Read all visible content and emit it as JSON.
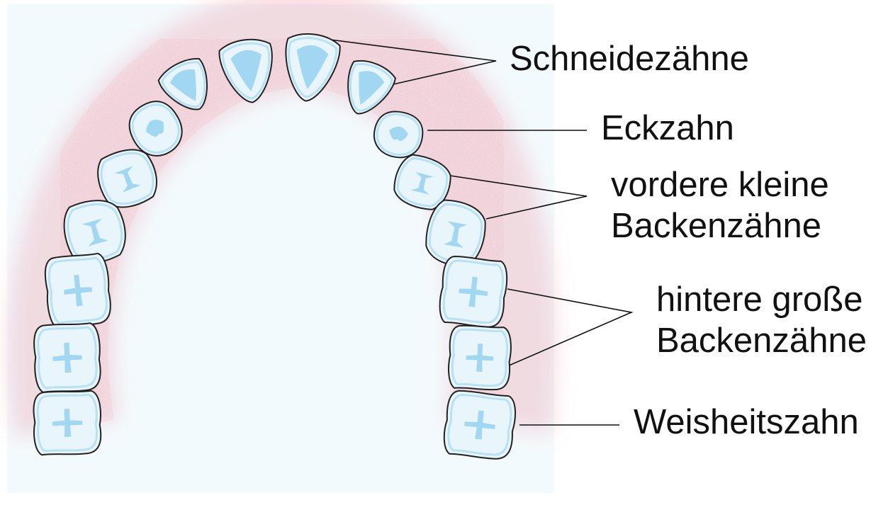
{
  "colors": {
    "background": "#ffffff",
    "illustration_panel": "#f3fafd",
    "gum_tint": "#e98a9a",
    "tooth_fill": "#e8f5fb",
    "tooth_stain": "#8fd0ee",
    "tooth_outline": "#222222",
    "label_text": "#111111"
  },
  "labels": {
    "incisors": "Schneidezähne",
    "canine": "Eckzahn",
    "premolars_line1": "vordere kleine",
    "premolars_line2": "Backenzähne",
    "molars_line1": "hintere große",
    "molars_line2": "Backenzähne",
    "wisdom": "Weisheitszahn"
  },
  "teeth": [
    {
      "name": "upper-left-central-incisor",
      "icon": "incisor-tooth-icon"
    },
    {
      "name": "upper-right-central-incisor",
      "icon": "incisor-tooth-icon"
    },
    {
      "name": "upper-left-lateral-incisor",
      "icon": "incisor-tooth-icon"
    },
    {
      "name": "upper-right-lateral-incisor",
      "icon": "incisor-tooth-icon"
    },
    {
      "name": "upper-left-canine",
      "icon": "canine-tooth-icon"
    },
    {
      "name": "upper-right-canine",
      "icon": "canine-tooth-icon"
    },
    {
      "name": "upper-left-first-premolar",
      "icon": "premolar-tooth-icon"
    },
    {
      "name": "upper-left-second-premolar",
      "icon": "premolar-tooth-icon"
    },
    {
      "name": "upper-right-first-premolar",
      "icon": "premolar-tooth-icon"
    },
    {
      "name": "upper-right-second-premolar",
      "icon": "premolar-tooth-icon"
    },
    {
      "name": "upper-left-first-molar",
      "icon": "molar-tooth-icon"
    },
    {
      "name": "upper-left-second-molar",
      "icon": "molar-tooth-icon"
    },
    {
      "name": "upper-right-first-molar",
      "icon": "molar-tooth-icon"
    },
    {
      "name": "upper-right-second-molar",
      "icon": "molar-tooth-icon"
    },
    {
      "name": "upper-left-wisdom-tooth",
      "icon": "wisdom-tooth-icon"
    },
    {
      "name": "upper-right-wisdom-tooth",
      "icon": "wisdom-tooth-icon"
    }
  ]
}
